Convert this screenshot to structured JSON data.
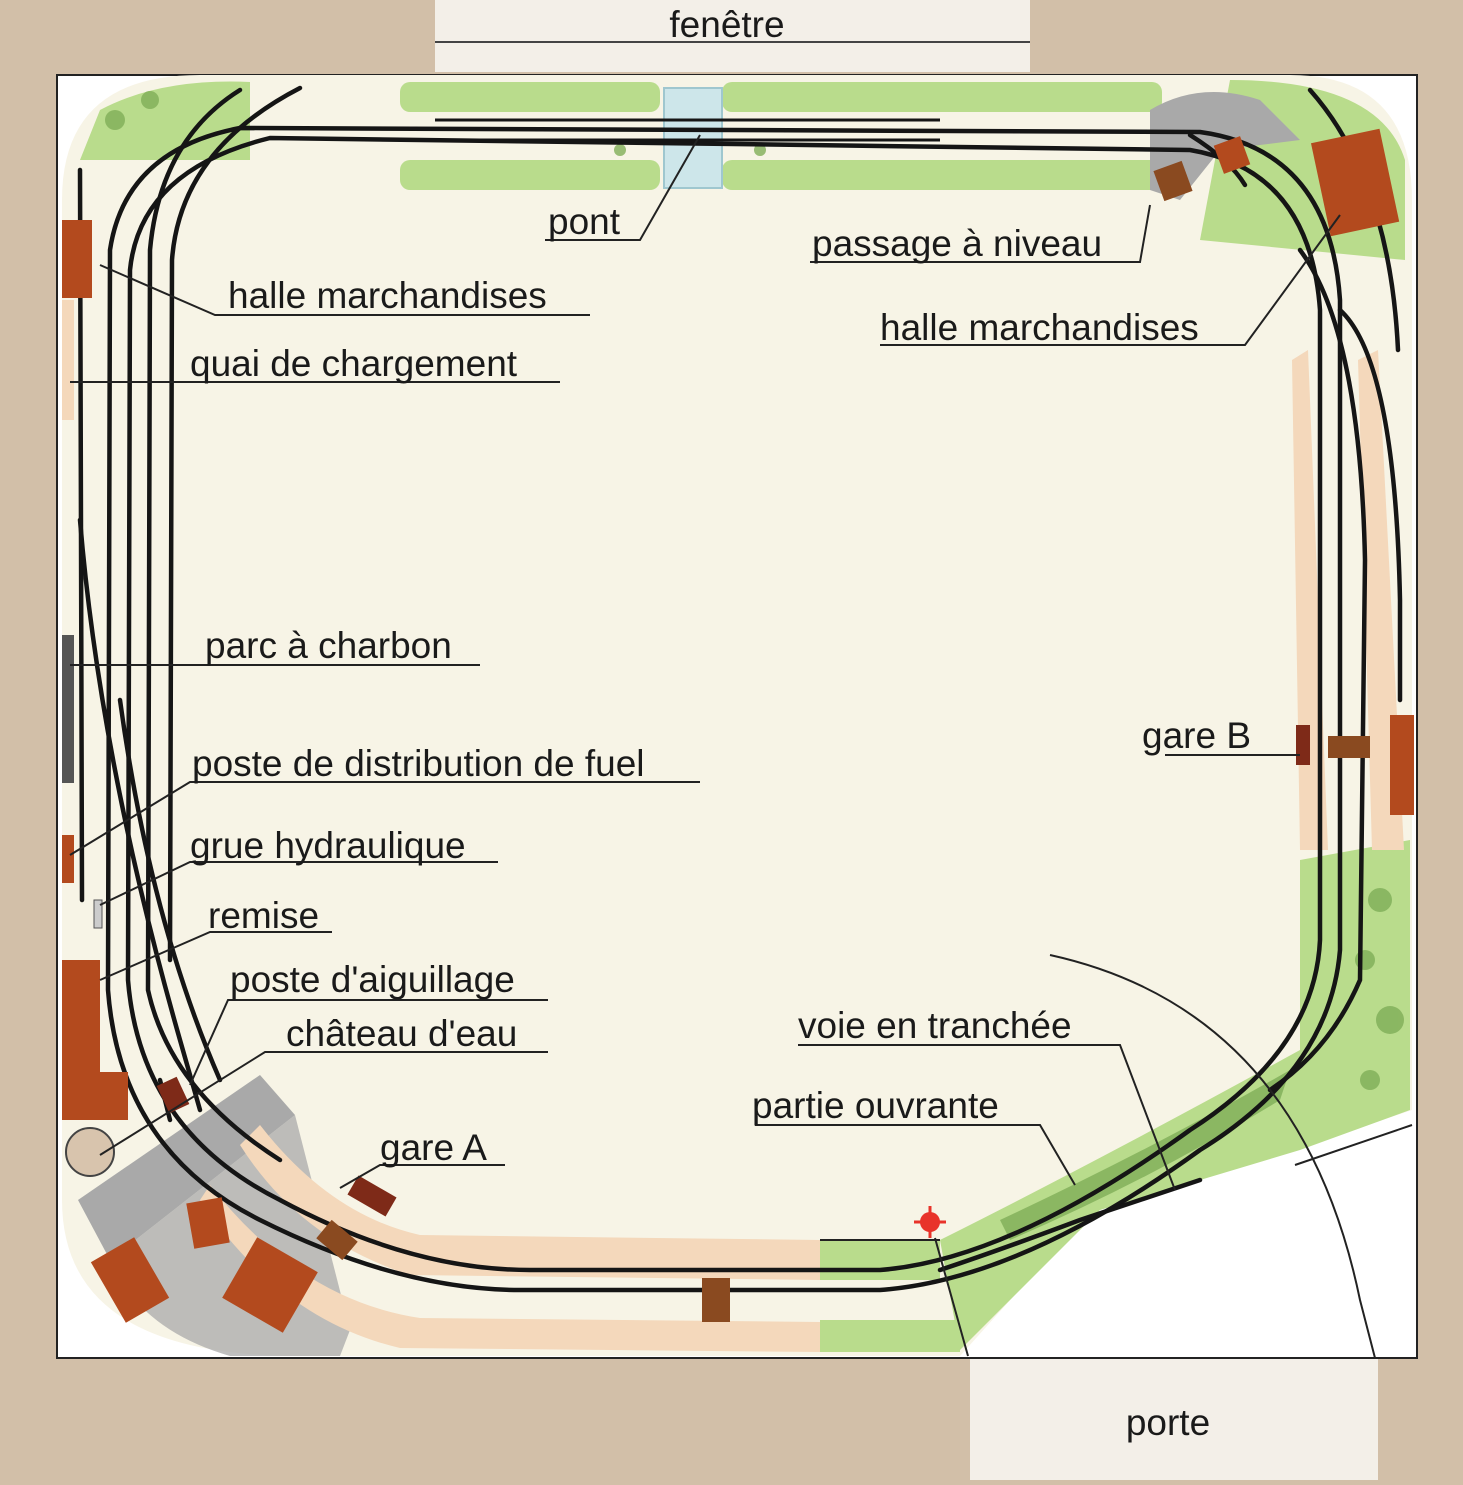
{
  "colors": {
    "room": "#d2bfa8",
    "board": "#ffffff",
    "ballast": "#f7f4e6",
    "grass": "#b9dc8c",
    "grass_dark": "#7fae58",
    "platform": "#f4d8bb",
    "building": "#b34a1e",
    "building_dark": "#7e2a18",
    "road": "#a9a9a9",
    "water": "#cde6ea",
    "track": "#151515",
    "signal": "#e8332a"
  },
  "room": {
    "window": "fenêtre",
    "door": "porte"
  },
  "labels": {
    "pont": "pont",
    "passage": "passage à niveau",
    "halle_left": "halle marchandises",
    "halle_right": "halle marchandises",
    "quai": "quai de chargement",
    "charbon": "parc à charbon",
    "fuel": "poste de distribution de fuel",
    "grue": "grue hydraulique",
    "remise": "remise",
    "aiguillage": "poste d'aiguillage",
    "chateau": "château d'eau",
    "gare_a": "gare A",
    "gare_b": "gare B",
    "tranchee": "voie en tranchée",
    "ouvrante": "partie ouvrante"
  }
}
